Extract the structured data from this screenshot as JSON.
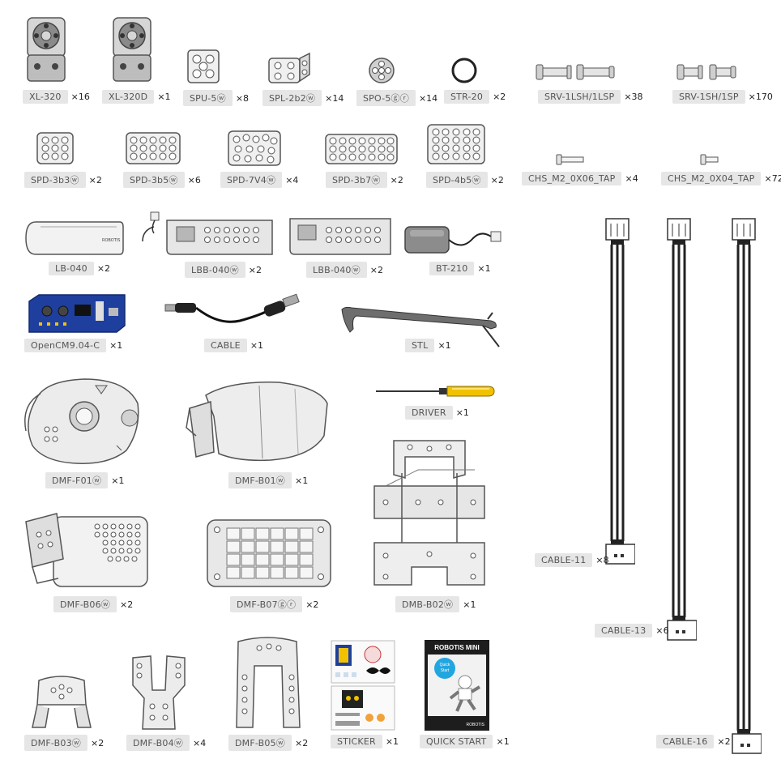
{
  "parts": [
    {
      "id": "xl320",
      "name": "XL-320",
      "qty": "×16"
    },
    {
      "id": "xl320d",
      "name": "XL-320D",
      "qty": "×1"
    },
    {
      "id": "spu5",
      "name": "SPU-5ⓦ",
      "qty": "×8"
    },
    {
      "id": "spl2b2",
      "name": "SPL-2b2ⓦ",
      "qty": "×14"
    },
    {
      "id": "spo5",
      "name": "SPO-5ⓖⓡ",
      "qty": "×14"
    },
    {
      "id": "str20",
      "name": "STR-20",
      "qty": "×2"
    },
    {
      "id": "srv1lsh",
      "name": "SRV-1LSH/1LSP",
      "qty": "×38"
    },
    {
      "id": "srv1sh",
      "name": "SRV-1SH/1SP",
      "qty": "×170"
    },
    {
      "id": "spd3b3",
      "name": "SPD-3b3ⓦ",
      "qty": "×2"
    },
    {
      "id": "spd3b5",
      "name": "SPD-3b5ⓦ",
      "qty": "×6"
    },
    {
      "id": "spd7v4",
      "name": "SPD-7V4ⓦ",
      "qty": "×4"
    },
    {
      "id": "spd3b7",
      "name": "SPD-3b7ⓦ",
      "qty": "×2"
    },
    {
      "id": "spd4b5",
      "name": "SPD-4b5ⓦ",
      "qty": "×2"
    },
    {
      "id": "chs06",
      "name": "CHS_M2_0X06_TAP",
      "qty": "×4"
    },
    {
      "id": "chs04",
      "name": "CHS_M2_0X04_TAP",
      "qty": "×72"
    },
    {
      "id": "lb040",
      "name": "LB-040",
      "qty": "×2"
    },
    {
      "id": "lbb040a",
      "name": "LBB-040ⓦ",
      "qty": "×2"
    },
    {
      "id": "lbb040b",
      "name": "LBB-040ⓦ",
      "qty": "×2"
    },
    {
      "id": "bt210",
      "name": "BT-210",
      "qty": "×1"
    },
    {
      "id": "opencm",
      "name": "OpenCM9.04-C",
      "qty": "×1"
    },
    {
      "id": "cable",
      "name": "CABLE",
      "qty": "×1"
    },
    {
      "id": "stl",
      "name": "STL",
      "qty": "×1"
    },
    {
      "id": "driver",
      "name": "DRIVER",
      "qty": "×1"
    },
    {
      "id": "dmff01",
      "name": "DMF-F01ⓦ",
      "qty": "×1"
    },
    {
      "id": "dmfb01",
      "name": "DMF-B01ⓦ",
      "qty": "×1"
    },
    {
      "id": "dmfb06",
      "name": "DMF-B06ⓦ",
      "qty": "×2"
    },
    {
      "id": "dmfb07",
      "name": "DMF-B07ⓖⓡ",
      "qty": "×2"
    },
    {
      "id": "dmbb02",
      "name": "DMB-B02ⓦ",
      "qty": "×1"
    },
    {
      "id": "dmfb03",
      "name": "DMF-B03ⓦ",
      "qty": "×2"
    },
    {
      "id": "dmfb04",
      "name": "DMF-B04ⓦ",
      "qty": "×4"
    },
    {
      "id": "dmfb05",
      "name": "DMF-B05ⓦ",
      "qty": "×2"
    },
    {
      "id": "sticker",
      "name": "STICKER",
      "qty": "×1"
    },
    {
      "id": "quickstart",
      "name": "QUICK START",
      "qty": "×1"
    },
    {
      "id": "cable11",
      "name": "CABLE-11",
      "qty": "×8"
    },
    {
      "id": "cable13",
      "name": "CABLE-13",
      "qty": "×6"
    },
    {
      "id": "cable16",
      "name": "CABLE-16",
      "qty": "×2"
    }
  ],
  "quickstart_cover": {
    "brand": "ROBOTIS MINI",
    "badge_line1": "Quick",
    "badge_line2": "Start",
    "footer": "ROBOTIS"
  },
  "battery_print": "ROBOTIS",
  "colors": {
    "label_bg": "#e6e6e6",
    "board_blue": "#1f3f9e",
    "driver_yellow": "#f2c200",
    "stl_gray": "#6e6e6e"
  },
  "icons": [
    "servo-icon",
    "plate-icon",
    "ring-icon",
    "rivet-icon",
    "screw-icon",
    "battery-icon",
    "board-icon",
    "cable-icon",
    "screwdriver-icon",
    "frame-icon",
    "sticker-icon",
    "booklet-icon",
    "connector-icon"
  ]
}
